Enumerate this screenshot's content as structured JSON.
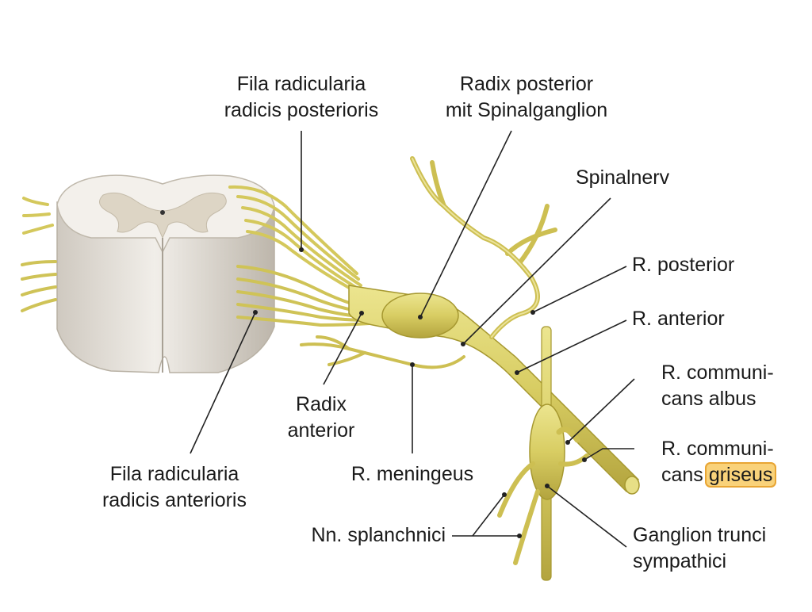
{
  "labels": {
    "fila_posterior": [
      "Fila radicularia",
      "radicis posterioris"
    ],
    "radix_posterior": [
      "Radix posterior",
      "mit Spinalganglion"
    ],
    "spinalnerv": "Spinalnerv",
    "r_posterior": "R. posterior",
    "r_anterior": "R. anterior",
    "r_comm_albus": [
      "R. communi-",
      "cans albus"
    ],
    "r_comm_griseus": [
      "R. communi-",
      "cans",
      "griseus"
    ],
    "ganglion": [
      "Ganglion trunci",
      "sympathici"
    ],
    "nn_splanchnici": "Nn. splanchnici",
    "r_meningeus": "R. meningeus",
    "radix_anterior": [
      "Radix",
      "anterior"
    ],
    "fila_anterior": [
      "Fila radicularia",
      "radicis anterioris"
    ]
  },
  "colors": {
    "nerve": "#d9cf72",
    "nerve_dark": "#a89a35",
    "cord_white": "#eeeae4",
    "cord_gray": "#d8d0c0",
    "highlight_fill": "#f9d27a",
    "highlight_border": "#e8a534",
    "leader_line": "#222222"
  }
}
